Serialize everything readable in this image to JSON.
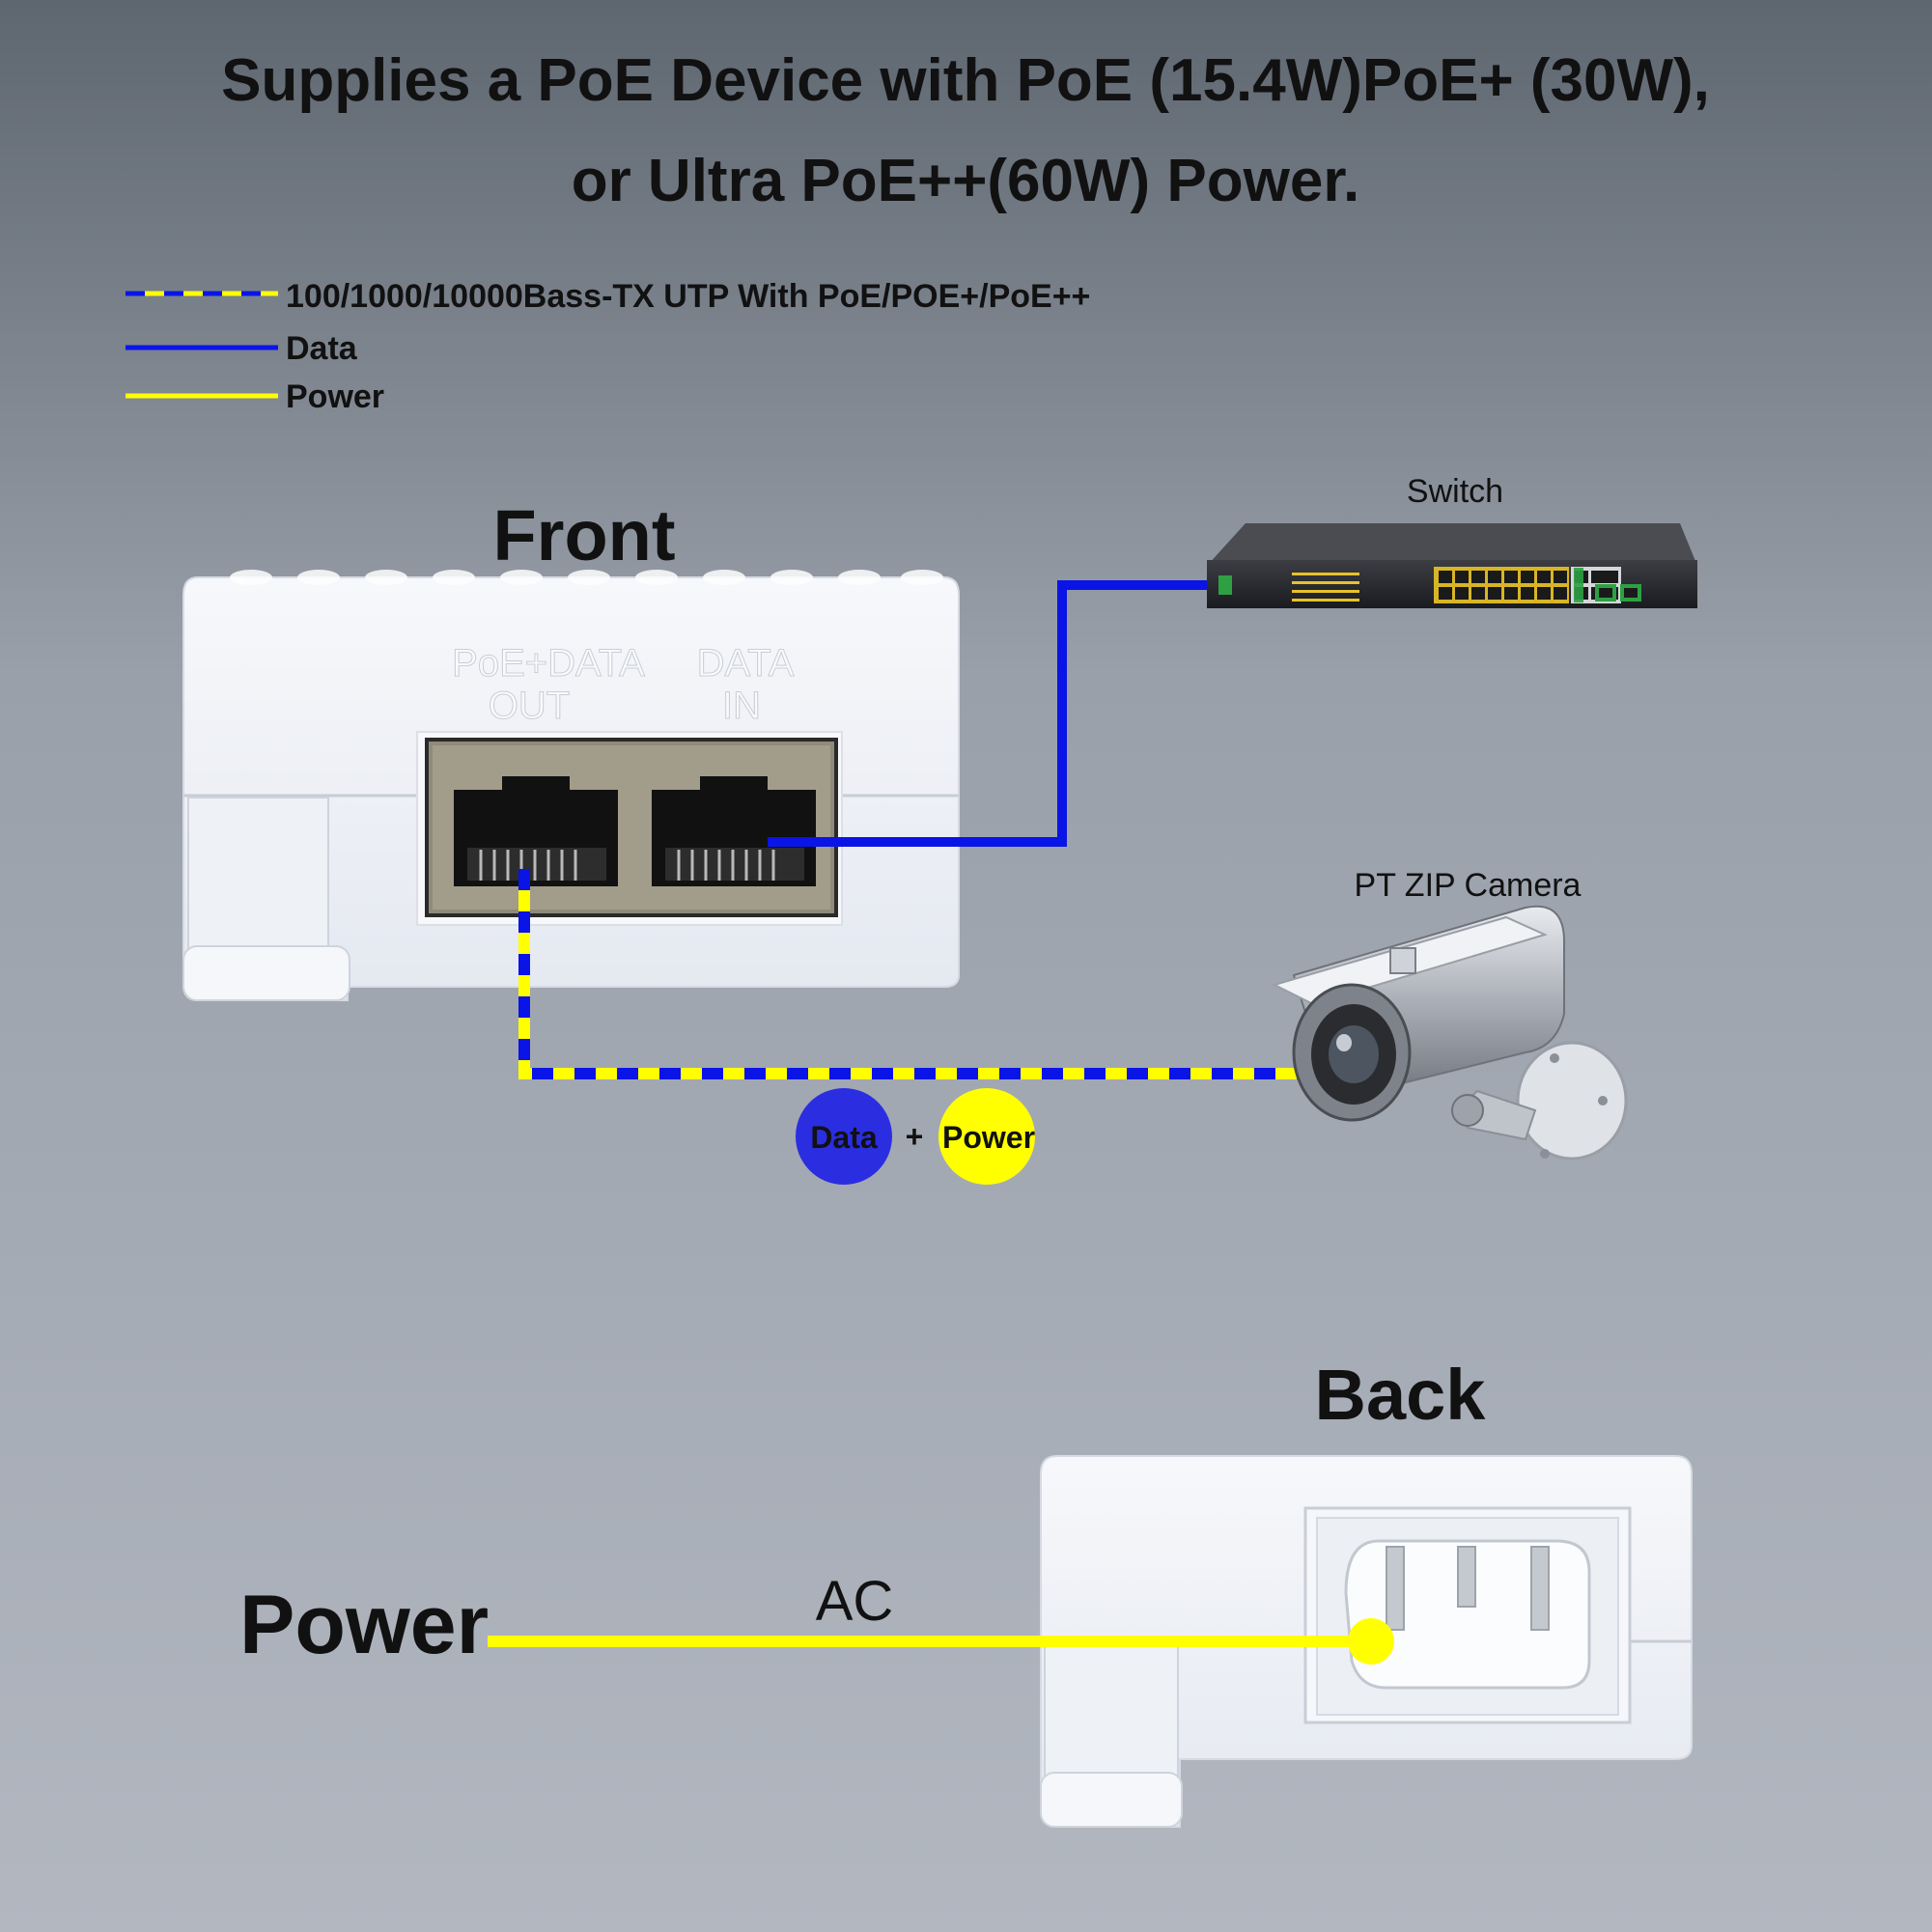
{
  "headline": {
    "line1": "Supplies a PoE Device with PoE (15.4W)PoE+ (30W),",
    "line2": "or Ultra PoE++(60W) Power."
  },
  "legend": {
    "items": [
      {
        "label": "100/1000/10000Bass-TX UTP With PoE/POE+/PoE++",
        "style": "dashed-blue-yellow"
      },
      {
        "label": "Data",
        "style": "solid-blue"
      },
      {
        "label": "Power",
        "style": "solid-yellow"
      }
    ]
  },
  "front": {
    "title": "Front",
    "port_out_label": [
      "PoE+DATA",
      "OUT"
    ],
    "port_in_label": [
      "DATA",
      "IN"
    ]
  },
  "switch": {
    "label": "Switch"
  },
  "camera": {
    "label": "PT ZIP Camera"
  },
  "badges": {
    "data": "Data",
    "plus": "+",
    "power": "Power"
  },
  "back": {
    "title": "Back",
    "power_label": "Power",
    "ac_label": "AC"
  },
  "colors": {
    "data_blue": "#0a14e6",
    "power_yellow": "#ffff00",
    "badge_blue": "#2b2ee0",
    "text_dark": "#111111",
    "bg_top": "#5e6670",
    "bg_bottom": "#aeb3bc",
    "device_white": "#f2f4f8"
  }
}
